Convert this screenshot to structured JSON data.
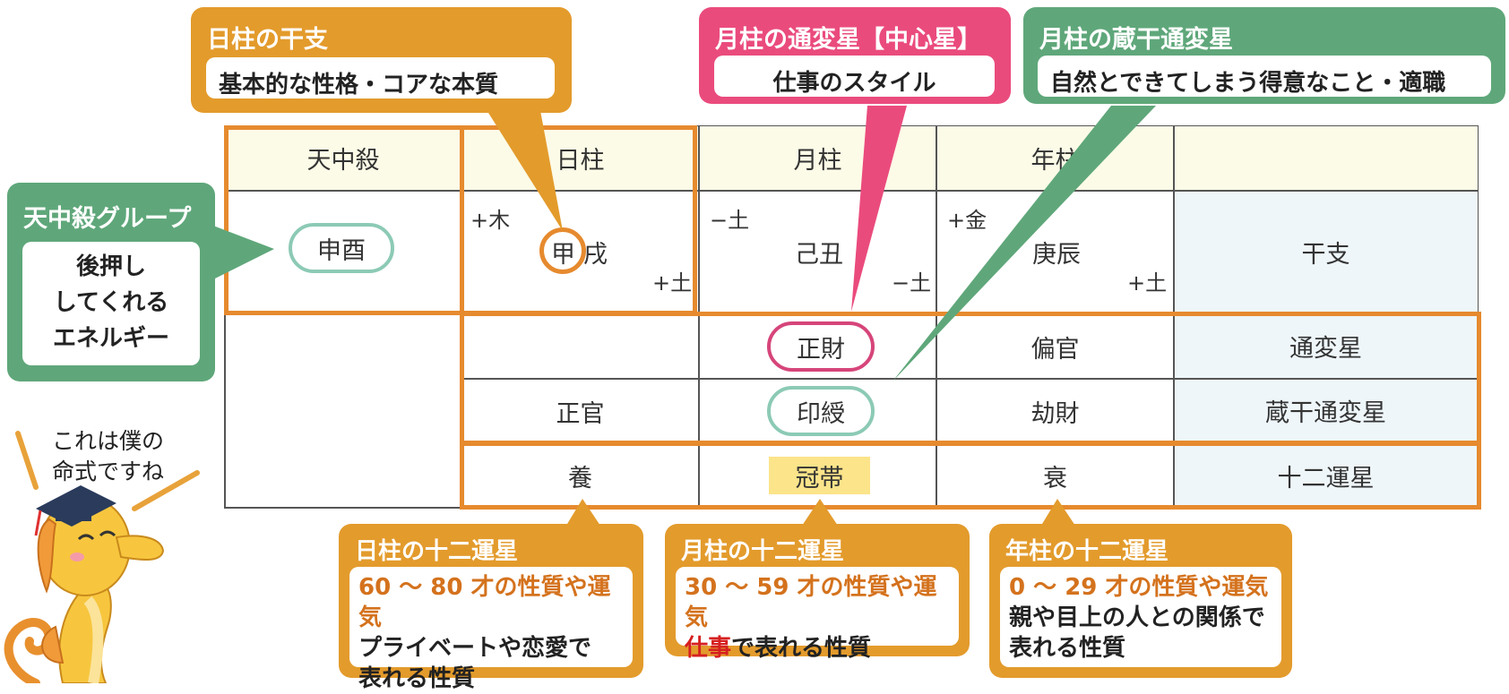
{
  "table": {
    "headers": {
      "tenchusatsu": "天中殺",
      "day": "日柱",
      "month": "月柱",
      "year": "年柱",
      "extra": ""
    },
    "row_labels": {
      "kanshi": "干支",
      "tsuhen": "通変星",
      "zokan": "蔵干通変星",
      "juni": "十二運星"
    },
    "tenchusatsu_value": "申酉",
    "day": {
      "kan_top": "+木",
      "kan1": "甲",
      "kan2": "戌",
      "kan_bottom": "+土",
      "tsuhen": "",
      "zokan": "正官",
      "juni": "養"
    },
    "month": {
      "kan_top": "−土",
      "kan": "己丑",
      "kan_bottom": "−土",
      "tsuhen": "正財",
      "zokan": "印綬",
      "juni": "冠帯"
    },
    "year": {
      "kan_top": "+金",
      "kan": "庚辰",
      "kan_bottom": "+土",
      "tsuhen": "偏官",
      "zokan": "劫財",
      "juni": "衰"
    }
  },
  "callouts": {
    "day_kanshi": {
      "title": "日柱の干支",
      "body": "基本的な性格・コアな本質"
    },
    "month_tsuhen": {
      "title": "月柱の通変星【中心星】",
      "body": "仕事のスタイル"
    },
    "month_zokan": {
      "title": "月柱の蔵干通変星",
      "body": "自然とできてしまう得意なこと・適職"
    },
    "tenchusatsu_group": {
      "title": "天中殺グループ",
      "line1": "後押し",
      "line2": "してくれる",
      "line3": "エネルギー"
    },
    "day_juni": {
      "title": "日柱の十二運星",
      "age": "60 〜 80 才の性質や運気",
      "line1": "プライベートや恋愛で",
      "line2": "表れる性質"
    },
    "month_juni": {
      "title": "月柱の十二運星",
      "age": "30 〜 59 才の性質や運気",
      "line1_red": "仕事",
      "line1_rest": "で表れる性質"
    },
    "year_juni": {
      "title": "年柱の十二運星",
      "age": "0 〜 29 才の性質や運気",
      "line1": "親や目上の人との関係で",
      "line2": "表れる性質"
    }
  },
  "speech": {
    "line1": "これは僕の",
    "line2": "命式ですね"
  },
  "colors": {
    "orange": "#e39b2c",
    "pink": "#ea4b7d",
    "green": "#5fa77a",
    "teal_ring": "#8ccab5",
    "header_bg": "#fcfbe7",
    "label_bg": "#eef6fa"
  }
}
